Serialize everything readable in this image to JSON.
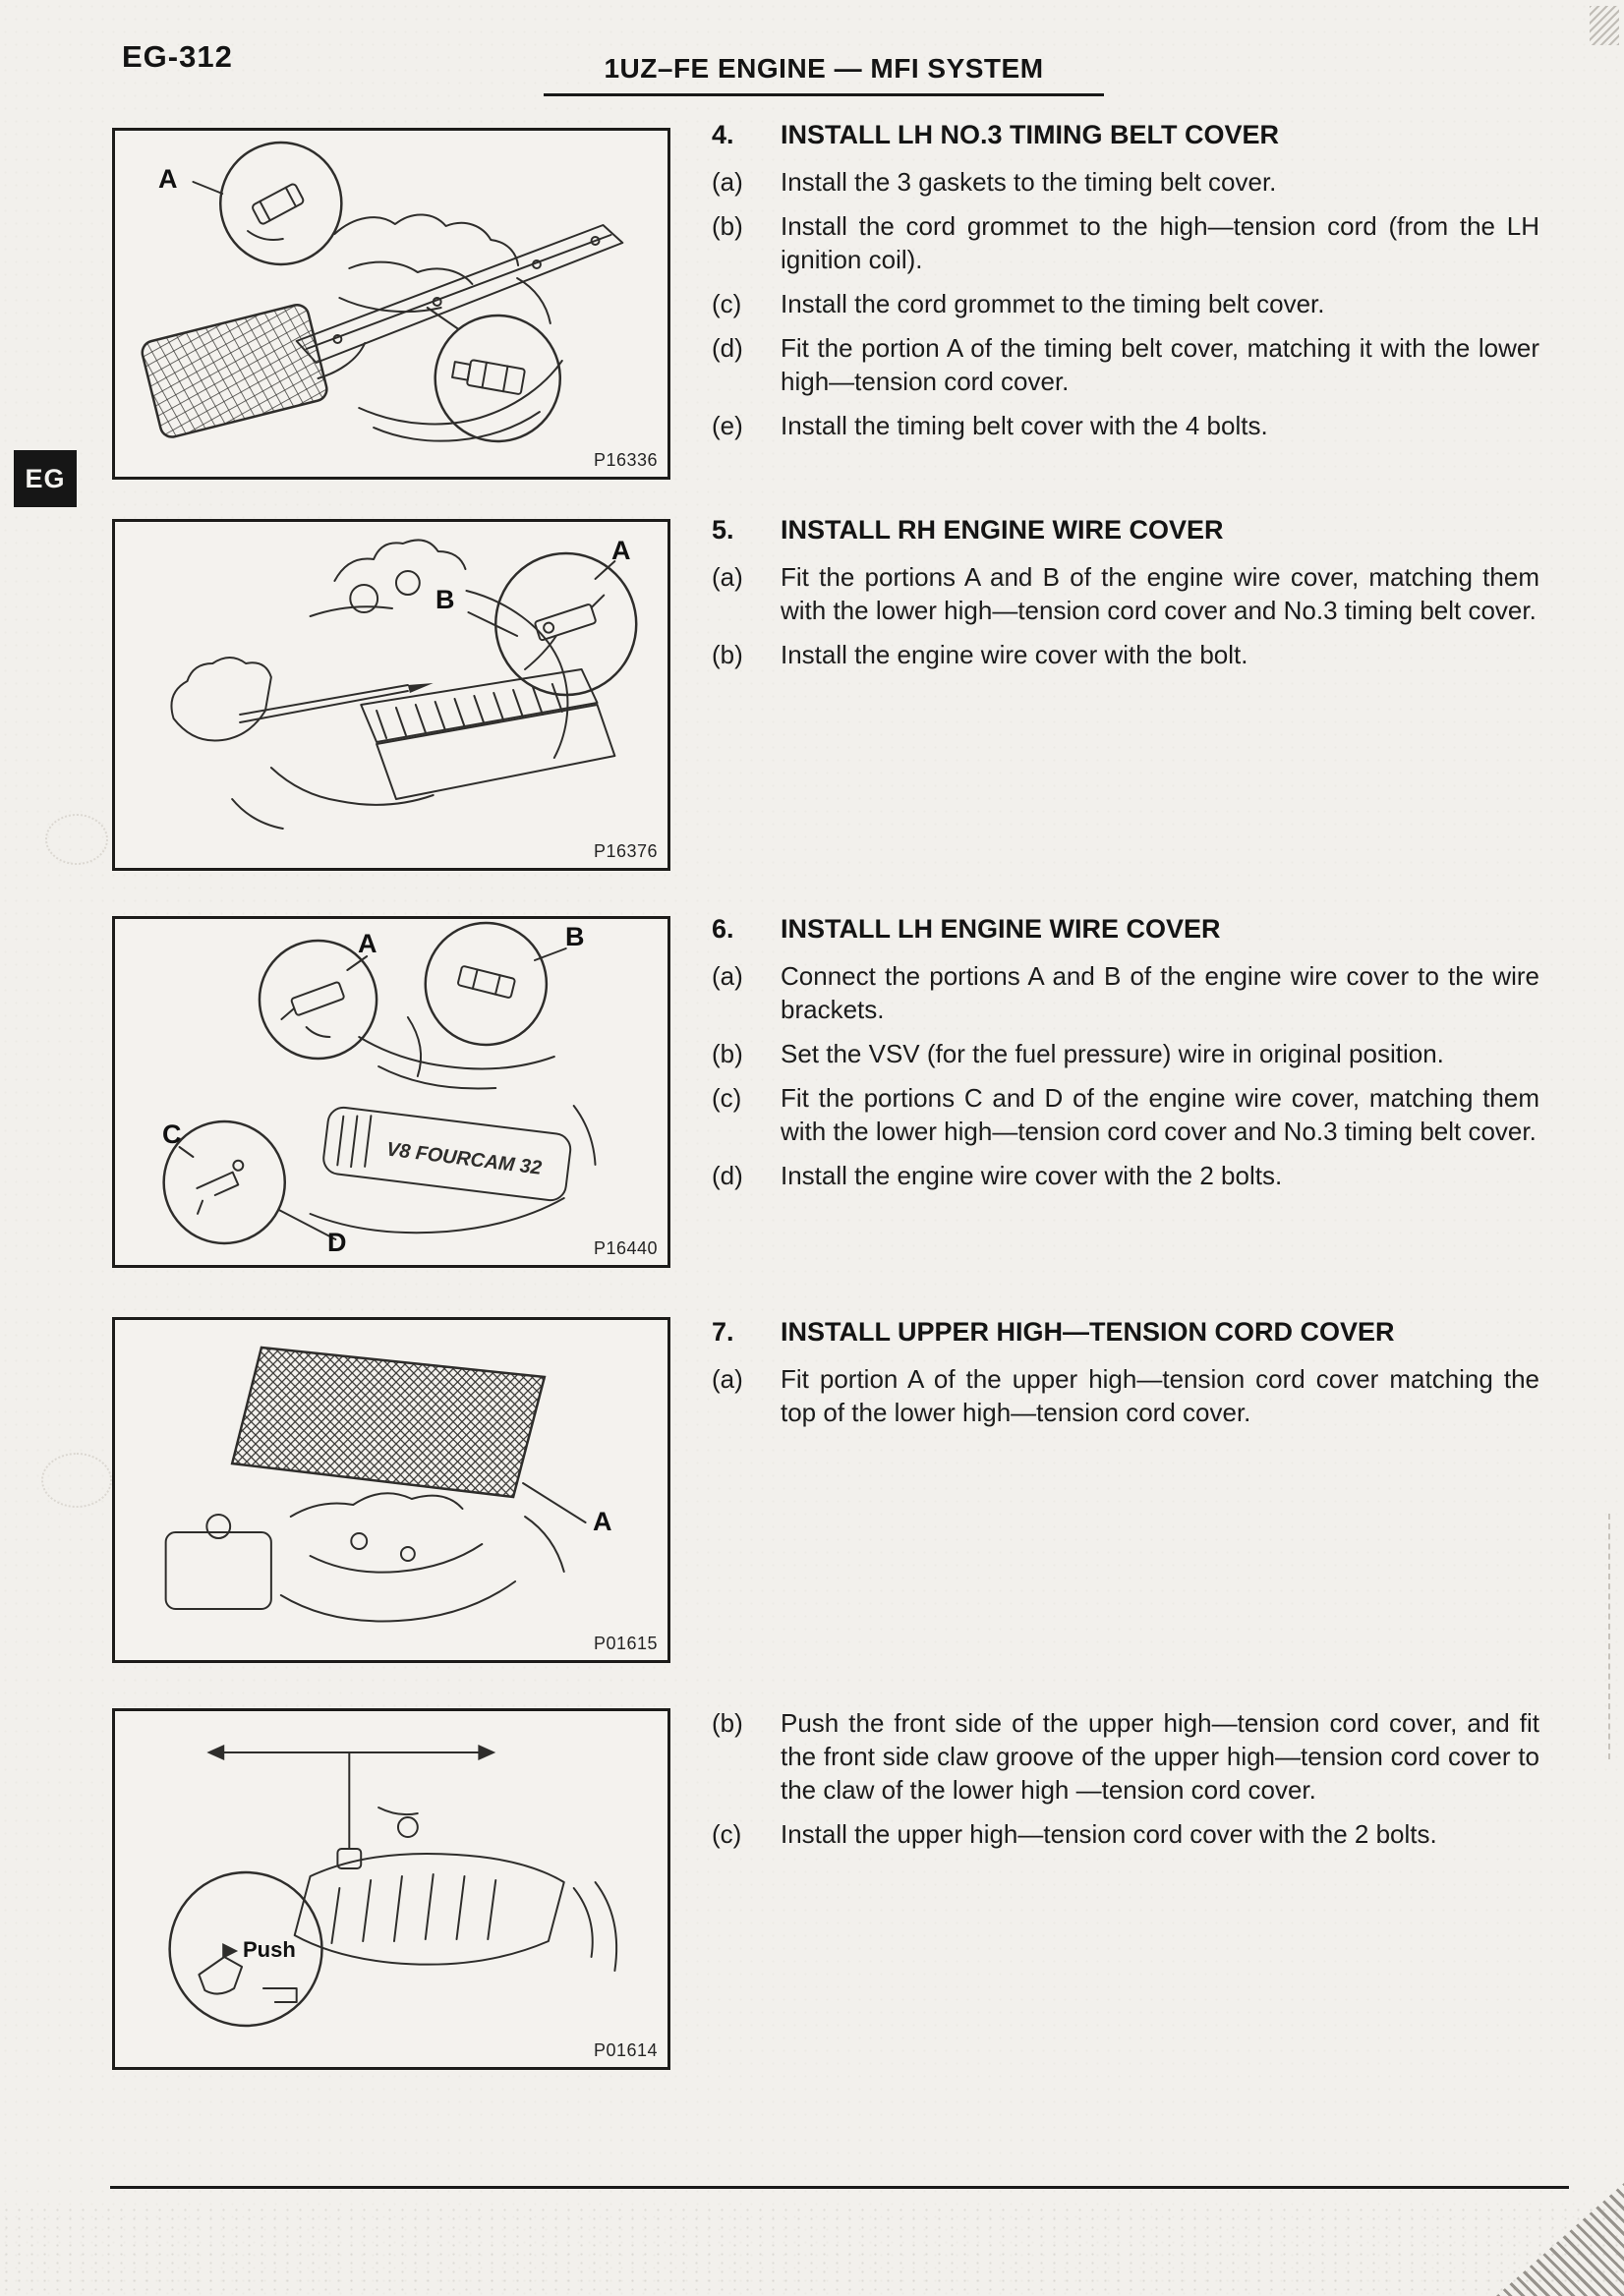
{
  "page": {
    "number": "EG-312",
    "header_title": "1UZ–FE ENGINE — MFI SYSTEM",
    "section_tab": "EG"
  },
  "figures": [
    {
      "code": "P16336",
      "callouts": {
        "a": "A"
      }
    },
    {
      "code": "P16376",
      "callouts": {
        "a": "A",
        "b": "B"
      }
    },
    {
      "code": "P16440",
      "callouts": {
        "a": "A",
        "b": "B",
        "c": "C",
        "d": "D"
      },
      "engine_text": "V8 FOURCAM 32"
    },
    {
      "code": "P01615",
      "callouts": {
        "a": "A"
      }
    },
    {
      "code": "P01614",
      "callouts": {
        "push": "Push"
      }
    }
  ],
  "steps": [
    {
      "number": "4.",
      "title": "INSTALL LH NO.3 TIMING BELT COVER",
      "items": [
        {
          "label": "(a)",
          "text": "Install the 3 gaskets to the timing belt cover."
        },
        {
          "label": "(b)",
          "text": "Install the cord grommet to the high—tension cord (from the LH ignition coil)."
        },
        {
          "label": "(c)",
          "text": "Install the cord grommet to the timing belt cover."
        },
        {
          "label": "(d)",
          "text": "Fit the portion A of the timing belt cover, matching it with the lower high—tension cord cover."
        },
        {
          "label": "(e)",
          "text": "Install the timing belt cover with the 4 bolts."
        }
      ]
    },
    {
      "number": "5.",
      "title": "INSTALL RH ENGINE WIRE COVER",
      "items": [
        {
          "label": "(a)",
          "text": "Fit the portions A and B of the engine wire cover, matching them with the lower high—tension cord cover and No.3 timing belt cover."
        },
        {
          "label": "(b)",
          "text": "Install the engine wire cover with the bolt."
        }
      ]
    },
    {
      "number": "6.",
      "title": "INSTALL LH ENGINE WIRE COVER",
      "items": [
        {
          "label": "(a)",
          "text": "Connect the portions A and B of the engine wire cover to the wire brackets."
        },
        {
          "label": "(b)",
          "text": "Set the VSV (for the fuel pressure) wire in original position."
        },
        {
          "label": "(c)",
          "text": "Fit the portions C and D of the engine wire cover, matching them with the lower high—tension cord cover and No.3 timing belt cover."
        },
        {
          "label": "(d)",
          "text": "Install the engine wire cover with the 2 bolts."
        }
      ]
    },
    {
      "number": "7.",
      "title": "INSTALL UPPER HIGH—TENSION CORD COVER",
      "items": [
        {
          "label": "(a)",
          "text": "Fit portion A of the upper high—tension cord cover matching the top of the lower high—tension cord cover."
        },
        {
          "label": "(b)",
          "text": "Push the front side of the upper high—tension cord cover, and fit the front side claw groove of the upper high—tension cord cover to the claw of the lower high —tension cord cover."
        },
        {
          "label": "(c)",
          "text": "Install the upper high—tension cord cover with the 2 bolts."
        }
      ]
    }
  ]
}
